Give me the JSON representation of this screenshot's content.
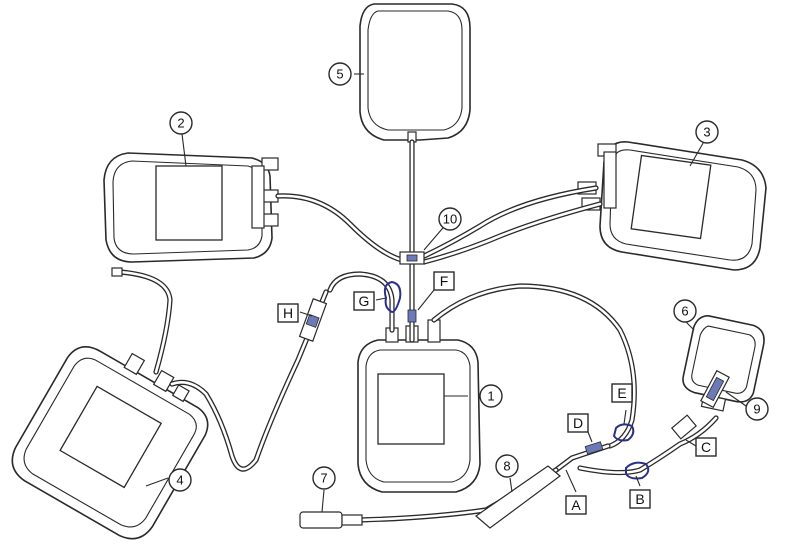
{
  "components": {
    "primary_bag": "1",
    "satellite_bag_top_left": "2",
    "satellite_bag_top_right": "3",
    "satellite_bag_bottom_left": "4",
    "top_bag": "5",
    "sampling_pouch": "6",
    "needle": "7",
    "donor_tubing": "8",
    "sample_holder": "9",
    "junction": "10"
  },
  "letters": {
    "a": "A",
    "b": "B",
    "c": "C",
    "d": "D",
    "e": "E",
    "f": "F",
    "g": "G",
    "h": "H"
  },
  "colors": {
    "line": "#2a2a2a",
    "clamp_blue": "#2c2f8a",
    "coupler_blue": "#6d7ab8"
  }
}
